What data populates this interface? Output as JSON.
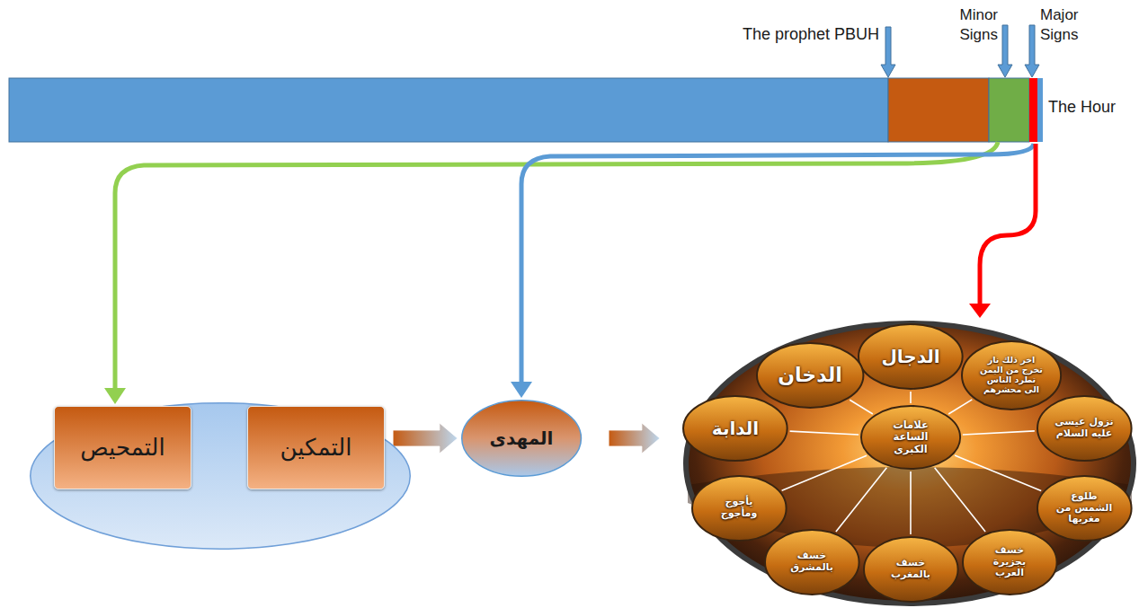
{
  "diagram": {
    "nodes": [
      {
        "text": []
      },
      {
        "text": [
          "التمحيص"
        ],
        "in": 0
      },
      {
        "text": [
          "التمكين"
        ],
        "in": 0
      },
      {
        "text": [
          "المهدى"
        ]
      },
      {
        "text": []
      },
      {
        "text": [
          "علامات الساعة الكبرى"
        ],
        "in": 4
      },
      {
        "text": [
          "الدجال"
        ],
        "in": 4
      },
      {
        "text": [
          "اخر ذلك نار تخرج من اليمن تطرد الناس الى محشرهم"
        ],
        "in": 4
      },
      {
        "text": [
          "نزول عيسى عليه السلام"
        ],
        "in": 4
      },
      {
        "text": [
          "طلوع الشمس من مغربها"
        ],
        "in": 4
      },
      {
        "text": [
          "خسف بجزيرة العرب"
        ],
        "in": 4
      },
      {
        "text": [
          "خسف بالمغرب"
        ],
        "in": 4
      },
      {
        "text": [
          "خسف بالمشرق"
        ],
        "in": 4
      },
      {
        "text": [
          "يأجوج ومأجوج"
        ],
        "in": 4
      },
      {
        "text": [
          "الدابة"
        ],
        "in": 4
      },
      {
        "text": [
          "الدخان"
        ],
        "in": 4
      }
    ],
    "edges": [
      {
        "from": 1,
        "to": 2,
        "arrow": "to"
      },
      {
        "from": 0,
        "to": 3,
        "arrow": "to"
      },
      {
        "from": 3,
        "to": 4,
        "arrow": "to"
      },
      {
        "from": 5,
        "to": 6,
        "arrow": "none"
      },
      {
        "from": 5,
        "to": 7,
        "arrow": "none"
      },
      {
        "from": 5,
        "to": 8,
        "arrow": "none"
      },
      {
        "from": 5,
        "to": 9,
        "arrow": "none"
      },
      {
        "from": 5,
        "to": 10,
        "arrow": "none"
      },
      {
        "from": 5,
        "to": 11,
        "arrow": "none"
      },
      {
        "from": 5,
        "to": 12,
        "arrow": "none"
      },
      {
        "from": 5,
        "to": 13,
        "arrow": "none"
      },
      {
        "from": 5,
        "to": 14,
        "arrow": "none"
      },
      {
        "from": 5,
        "to": 15,
        "arrow": "none"
      }
    ],
    "labels": [
      "The prophet PBUH",
      "Minor Signs",
      "Major Signs",
      "The Hour"
    ]
  }
}
